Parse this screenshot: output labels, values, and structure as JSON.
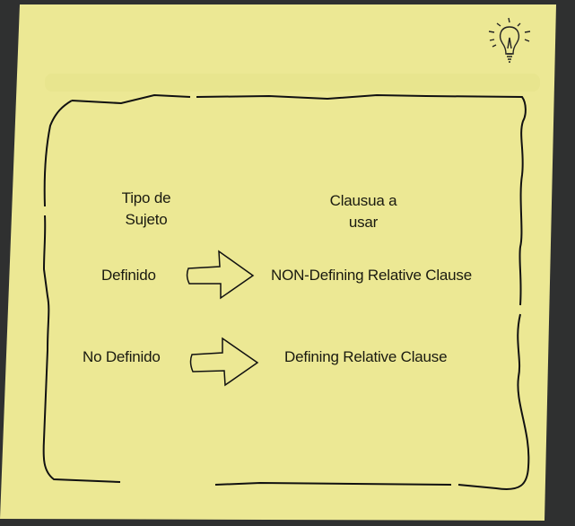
{
  "colors": {
    "note": "#eeea96",
    "background": "#2f3030",
    "ink": "#111111"
  },
  "icon": "lightbulb-icon",
  "headers": {
    "subject_type_line1": "Tipo de",
    "subject_type_line2": "Sujeto",
    "clause_line1": "Clausua a",
    "clause_line2": "usar"
  },
  "rows": [
    {
      "subject": "Definido",
      "arrow": "arrow-right-icon",
      "clause": "NON-Defining Relative Clause"
    },
    {
      "subject": "No Definido",
      "arrow": "arrow-right-icon",
      "clause": "Defining Relative Clause"
    }
  ]
}
